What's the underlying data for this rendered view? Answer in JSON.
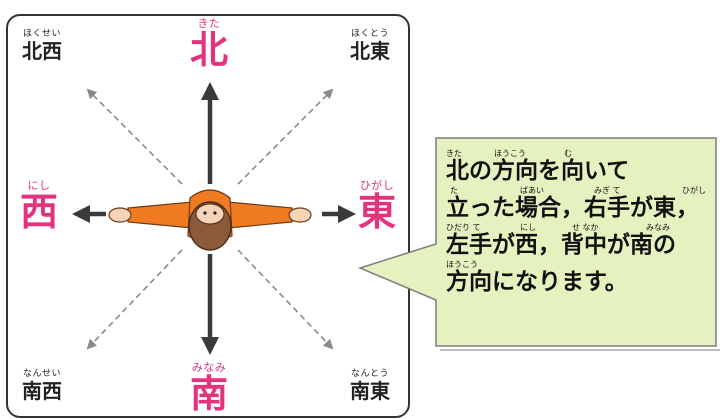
{
  "directions": {
    "north": {
      "kanji": "北",
      "ruby": "きた"
    },
    "south": {
      "kanji": "南",
      "ruby": "みなみ"
    },
    "east": {
      "kanji": "東",
      "ruby": "ひがし"
    },
    "west": {
      "kanji": "西",
      "ruby": "にし"
    },
    "northwest": {
      "kanji": "北西",
      "ruby": "ほくせい"
    },
    "northeast": {
      "kanji": "北東",
      "ruby": "ほくとう"
    },
    "southwest": {
      "kanji": "南西",
      "ruby": "なんせい"
    },
    "southeast": {
      "kanji": "南東",
      "ruby": "なんとう"
    }
  },
  "speech": {
    "lines": [
      "北の方向を向いて",
      "立った場合，右手が東，",
      "左手が西，背中が南の",
      "方向になります。"
    ],
    "ruby": [
      [
        "きた",
        "ほうこう",
        "む"
      ],
      [
        "た",
        "ばあい",
        "みぎ て",
        "ひがし"
      ],
      [
        "ひだり て",
        "にし",
        "せ なか",
        "みなみ"
      ],
      [
        "ほうこう"
      ]
    ]
  },
  "colors": {
    "accent": "#e3337e",
    "bubble_fill": "#e5f2bf",
    "bubble_border": "#7d7d7d",
    "shirt": "#f07b22",
    "hair": "#8a5a3b"
  }
}
